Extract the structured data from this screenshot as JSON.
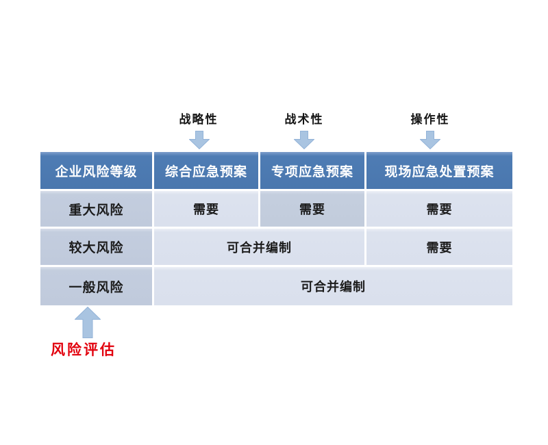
{
  "diagram": {
    "top_labels": [
      "战略性",
      "战术性",
      "操作性"
    ],
    "table": {
      "header": [
        "企业风险等级",
        "综合应急预案",
        "专项应急预案",
        "现场应急处置预案"
      ],
      "rows": [
        {
          "label": "重大风险",
          "cells": [
            {
              "text": "需要",
              "span": 1,
              "highlight": false
            },
            {
              "text": "需要",
              "span": 1,
              "highlight": true
            },
            {
              "text": "需要",
              "span": 1,
              "highlight": false
            }
          ]
        },
        {
          "label": "较大风险",
          "cells": [
            {
              "text": "可合并编制",
              "span": 2,
              "highlight": false
            },
            {
              "text": "需要",
              "span": 1,
              "highlight": false
            }
          ]
        },
        {
          "label": "一般风险",
          "cells": [
            {
              "text": "可合并编制",
              "span": 3,
              "highlight": false
            }
          ]
        }
      ]
    },
    "bottom_label": "风险评估",
    "colors": {
      "header_bg": "#4e7cb4",
      "row_label_bg": "#c3cdde",
      "data_cell_bg": "#dce2ee",
      "highlight_cell_bg": "#c4cede",
      "arrow_fill": "#a9c4e1",
      "arrow_stroke": "#93b3d8",
      "header_text": "#ffffff",
      "cell_text": "#1c1c1c",
      "bottom_label_text": "#e2000d"
    }
  }
}
